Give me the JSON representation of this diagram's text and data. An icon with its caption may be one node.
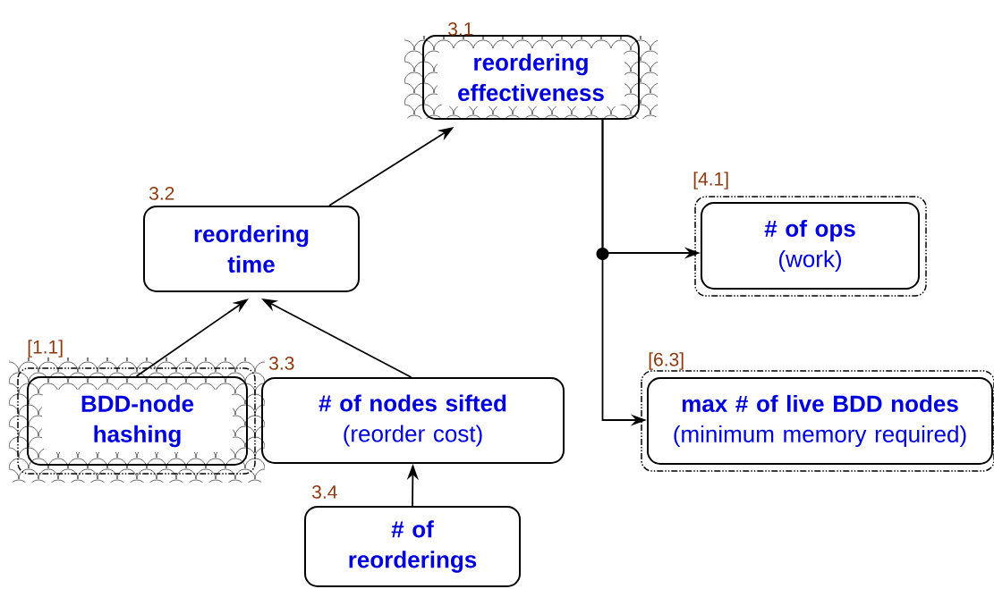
{
  "diagram": {
    "nodes": [
      {
        "text": [
          "reordering effectiveness"
        ],
        "beside": [
          "3.1"
        ]
      },
      {
        "text": [
          "reordering time"
        ],
        "beside": [
          "3.2"
        ]
      },
      {
        "text": [
          "BDD-node hashing"
        ],
        "beside": [
          "[1.1]"
        ]
      },
      {
        "text": [
          "# of nodes sifted",
          "(reorder cost)"
        ],
        "beside": [
          "3.3"
        ]
      },
      {
        "text": [
          "# of reorderings"
        ],
        "beside": [
          "3.4"
        ]
      },
      {
        "text": [
          "# of ops",
          "(work)"
        ],
        "beside": [
          "[4.1]"
        ]
      },
      {
        "text": [
          "max # of live BDD nodes",
          "(minimum memory required)"
        ],
        "beside": [
          "[6.3]"
        ]
      }
    ],
    "edges": [
      {
        "from": 1,
        "to": 0,
        "arrow": "to"
      },
      {
        "from": 2,
        "to": 1,
        "arrow": "to"
      },
      {
        "from": 3,
        "to": 1,
        "arrow": "to"
      },
      {
        "from": 4,
        "to": 3,
        "arrow": "to"
      },
      {
        "from": 0,
        "to": 5,
        "arrow": "to"
      },
      {
        "from": 0,
        "to": 6,
        "arrow": "to"
      }
    ]
  }
}
